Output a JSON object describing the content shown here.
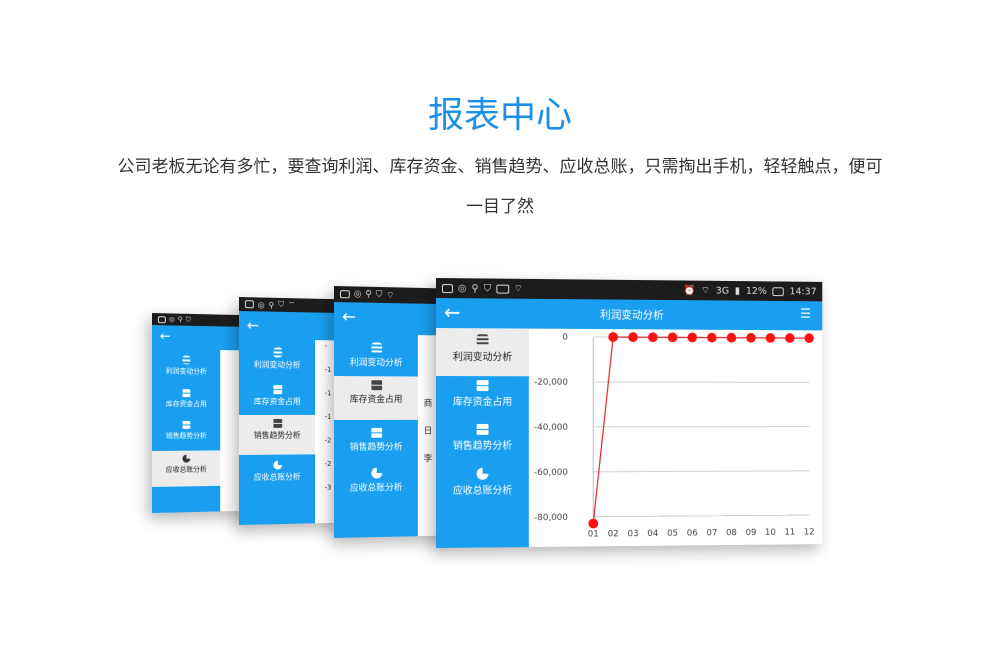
{
  "hero": {
    "title": "报表中心",
    "desc_line1": "公司老板无论有多忙，要查询利润、库存资金、销售趋势、应收总账，只需掏出手机，轻轻触点，便可",
    "desc_line2": "一目了然"
  },
  "menu": {
    "profit": "利润变动分析",
    "inventory": "库存资金占用",
    "sales": "销售趋势分析",
    "receivable": "应收总账分析"
  },
  "phone4": {
    "status_right": "12%",
    "time": "14:37",
    "network": "3G",
    "title": "利润变动分析",
    "back": "←",
    "menu_icon": "☰"
  },
  "back_arrow": "←",
  "peek": {
    "p2_ticks": [
      "-",
      "-1",
      "-1",
      "-1",
      "-2",
      "-2",
      "-3"
    ],
    "p3_texts": [
      "商",
      "日",
      "李"
    ]
  },
  "chart_data": {
    "type": "line",
    "x": [
      "01",
      "02",
      "03",
      "04",
      "05",
      "06",
      "07",
      "08",
      "09",
      "10",
      "11",
      "12"
    ],
    "series": [
      {
        "values": [
          -83000,
          0,
          0,
          0,
          0,
          0,
          0,
          0,
          0,
          0,
          0,
          0
        ]
      }
    ],
    "yticks": [
      "0",
      "-20,000",
      "-40,000",
      "-60,000",
      "-80,000"
    ],
    "ylim": [
      -80000,
      0
    ],
    "grid": true,
    "line_color": "#e02020",
    "marker_color": "#ff1010"
  },
  "colors": {
    "accent": "#1a9ff0",
    "title": "#1e8fe6"
  }
}
